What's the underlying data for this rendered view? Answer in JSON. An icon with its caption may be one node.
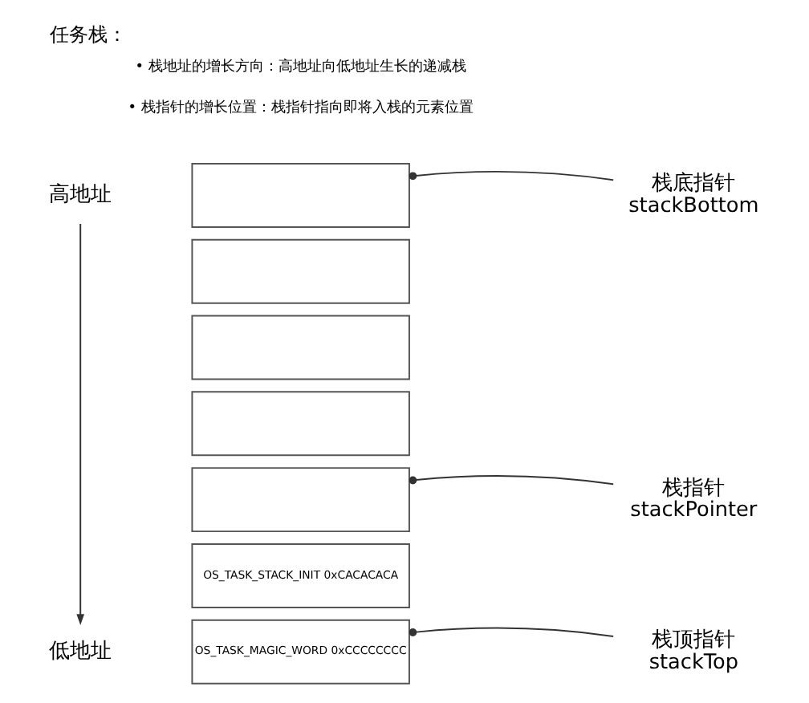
{
  "diagram": {
    "title": "任务栈：",
    "nodes": [
      {
        "text": [
          "高地址"
        ]
      },
      {
        "text": [],
        "shape": "box"
      },
      {
        "text": [],
        "shape": "box"
      },
      {
        "text": [],
        "shape": "box"
      },
      {
        "text": [],
        "shape": "box"
      },
      {
        "text": [],
        "shape": "box"
      },
      {
        "text": [
          "OS_TASK_STACK_INIT 0xCACACACA"
        ]
      },
      {
        "text": [
          "OS_TASK_MAGIC_WORD 0xCCCCCCCC"
        ]
      },
      {
        "text": [
          "栈底指针",
          "stackBottom"
        ]
      },
      {
        "text": [
          "栈指针",
          "stackPointer"
        ]
      },
      {
        "text": [
          "栈顶指针",
          "stackTop"
        ]
      },
      {
        "text": [
          "低地址"
        ]
      }
    ],
    "edges": [
      {
        "from": 0,
        "to": 11,
        "arrow": "to"
      },
      {
        "from": 8,
        "to": 1,
        "arrow": "other"
      },
      {
        "from": 9,
        "to": 5,
        "arrow": "other"
      },
      {
        "from": 10,
        "to": 7,
        "arrow": "other"
      }
    ],
    "labels": [
      "• 栈地址的增长方向：高地址向低地址生长的递减栈",
      "• 栈指针的增长位置：栈指针指向即将入栈的元素位置"
    ]
  }
}
